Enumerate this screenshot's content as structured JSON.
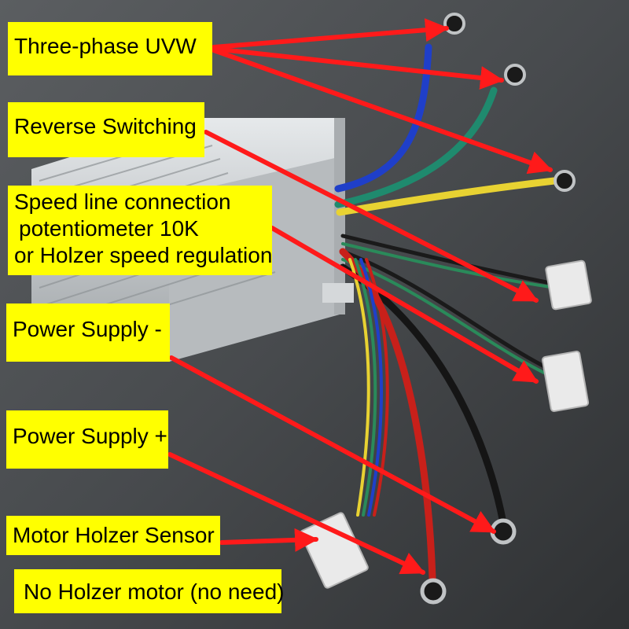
{
  "labels": {
    "three_phase": "Three-phase UVW",
    "reverse": "Reverse Switching",
    "speed_line1": "Speed line connection",
    "speed_line2": "potentiometer 10K",
    "speed_line3": "or Holzer speed regulation",
    "power_neg": "Power Supply -",
    "power_pos": "Power Supply +",
    "hall_sensor": "Motor Holzer Sensor",
    "no_hall": "No Holzer motor (no need)"
  },
  "colors": {
    "label_bg": "#ffff00",
    "arrow": "#ff1a1a",
    "wire_blue": "#1f3fc9",
    "wire_green": "#1f8a6e",
    "wire_yellow": "#e8d232",
    "wire_red": "#c8201a",
    "wire_black": "#151515",
    "housing": "#c9cdd0"
  }
}
